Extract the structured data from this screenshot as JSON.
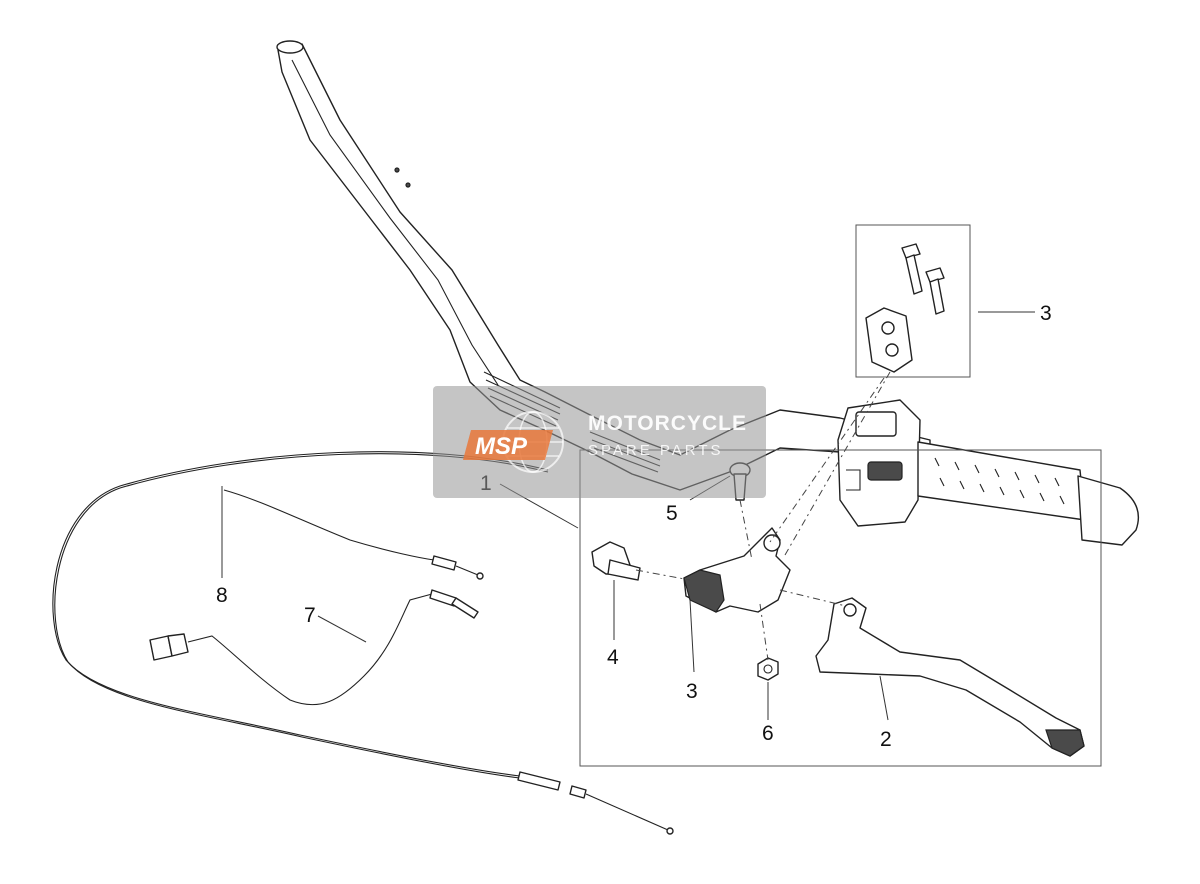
{
  "callouts": {
    "c1": "1",
    "c2": "2",
    "c3_clamp": "3",
    "c3_bracket": "3",
    "c4": "4",
    "c5": "5",
    "c6": "6",
    "c7": "7",
    "c8": "8"
  },
  "watermark": {
    "logo_text": "MSP",
    "title": "MOTORCYCLE",
    "subtitle": "SPARE PARTS",
    "logo_color": "#e8773a"
  }
}
